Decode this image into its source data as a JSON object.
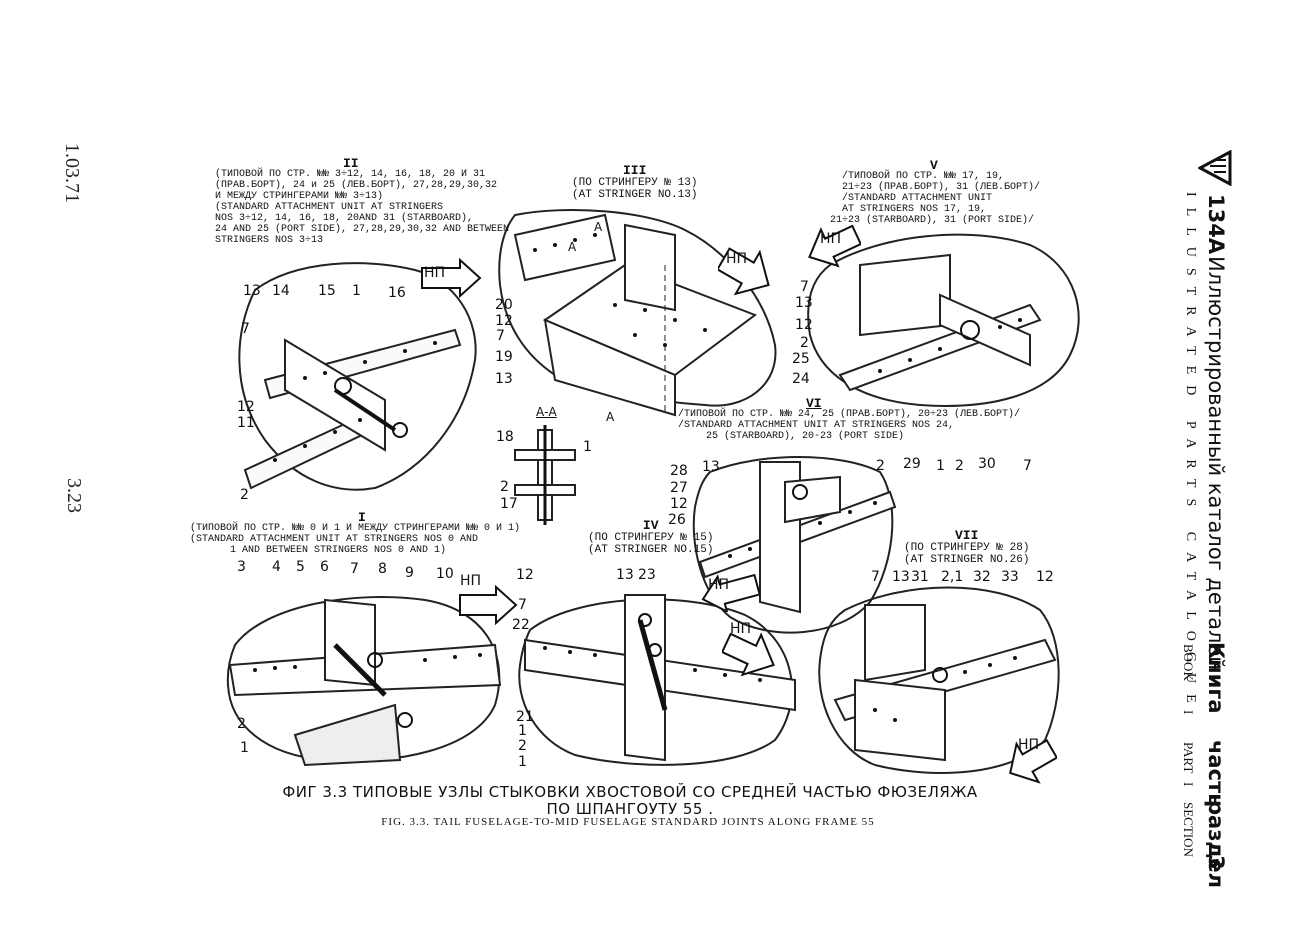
{
  "margin": {
    "doc_date": "1.03.71",
    "page_number": "3.23"
  },
  "header": {
    "model": "134A",
    "title_ru": "Иллюстрированный каталог деталей",
    "title_en": "ILLUSTRATED PARTS CATALOGUE",
    "book_ru": "Книга",
    "book_en": "BOOK",
    "book_no": "I",
    "part_ru": "часть",
    "part_en": "PART",
    "part_no": "I",
    "section_ru": "раздел",
    "section_en": "SECTION",
    "section_no": "3"
  },
  "views": {
    "II": {
      "roman": "II",
      "lines": [
        "(ТИПОВОЙ ПО СТР. №№ 3÷12, 14, 16, 18, 20 И 31",
        "(ПРАВ.БОРТ), 24 и 25 (ЛЕВ.БОРТ), 27,28,29,30,32",
        "И МЕЖДУ СТРИНГЕРАМИ №№ 3÷13)",
        "(STANDARD ATTACHMENT UNIT AT STRINGERS",
        "NOS 3÷12, 14, 16, 18, 20AND 31 (STARBOARD),",
        "24 AND 25 (PORT SIDE), 27,28,29,30,32 AND BETWEEN",
        "STRINGERS NOS 3÷13"
      ],
      "callouts": [
        "13",
        "14",
        "15",
        "1",
        "16",
        "7",
        "12",
        "11",
        "2"
      ]
    },
    "III": {
      "roman": "III",
      "lines": [
        "(ПО СТРИНГЕРУ № 13)",
        "(AT STRINGER NO.13)"
      ],
      "callouts": [
        "A",
        "A",
        "20",
        "12",
        "7",
        "19",
        "13",
        "A"
      ]
    },
    "V": {
      "roman": "V",
      "lines": [
        "/ТИПОВОЙ ПО СТР. №№ 17, 19,",
        "21÷23 (ПРАВ.БОРТ), 31 (ЛЕВ.БОРТ)/",
        "/STANDARD ATTACHMENT UNIT",
        "AT STRINGERS NOS 17, 19,",
        "21÷23 (STARBOARD), 31 (PORT SIDE)/"
      ],
      "callouts": [
        "7",
        "13",
        "12",
        "2",
        "25",
        "24"
      ]
    },
    "VI": {
      "roman": "VI",
      "lines": [
        "/ТИПОВОЙ ПО СТР. №№ 24, 25 (ПРАВ.БОРТ), 20÷23 (ЛЕВ.БОРТ)/",
        "/STANDARD ATTACHMENT UNIT AT STRINGERS NOS 24,",
        "25 (STARBOARD), 20-23 (PORT SIDE)"
      ],
      "callouts": [
        "28",
        "13",
        "27",
        "12",
        "26",
        "2",
        "29",
        "1",
        "2",
        "30",
        "7"
      ]
    },
    "AA": {
      "label": "А-А",
      "callouts": [
        "18",
        "1",
        "2",
        "17"
      ]
    },
    "I": {
      "roman": "I",
      "lines": [
        "(ТИПОВОЙ ПО СТР. №№ 0 И 1 И МЕЖДУ СТРИНГЕРАМИ №№ 0 И 1)",
        "(STANDARD ATTACHMENT UNIT AT STRINGERS NOS 0 AND",
        "1 AND BETWEEN STRINGERS NOS 0 AND 1)"
      ],
      "callouts": [
        "3",
        "4",
        "5",
        "6",
        "7",
        "8",
        "9",
        "10",
        "2",
        "1"
      ]
    },
    "IV": {
      "roman": "IV",
      "lines": [
        "(ПО СТРИНГЕРУ № 15)",
        "(AT STRINGER NO.15)"
      ],
      "callouts": [
        "12",
        "13",
        "23",
        "7",
        "22",
        "21",
        "1",
        "2",
        "1"
      ]
    },
    "VII": {
      "roman": "VII",
      "lines": [
        "(ПО СТРИНГЕРУ № 28)",
        "(AT STRINGER NO.26)"
      ],
      "callouts": [
        "7",
        "13",
        "31",
        "2,1",
        "32",
        "33",
        "12"
      ]
    }
  },
  "direction_label": "НП",
  "caption": {
    "ru_line1": "ФИГ 3.3  ТИПОВЫЕ УЗЛЫ СТЫКОВКИ ХВОСТОВОЙ СО СРЕДНЕЙ ЧАСТЬЮ ФЮЗЕЛЯЖА",
    "ru_line2": "ПО ШПАНГОУТУ 55 .",
    "en": "FIG. 3.3. TAIL FUSELAGE-TO-MID FUSELAGE STANDARD JOINTS ALONG FRAME 55"
  }
}
